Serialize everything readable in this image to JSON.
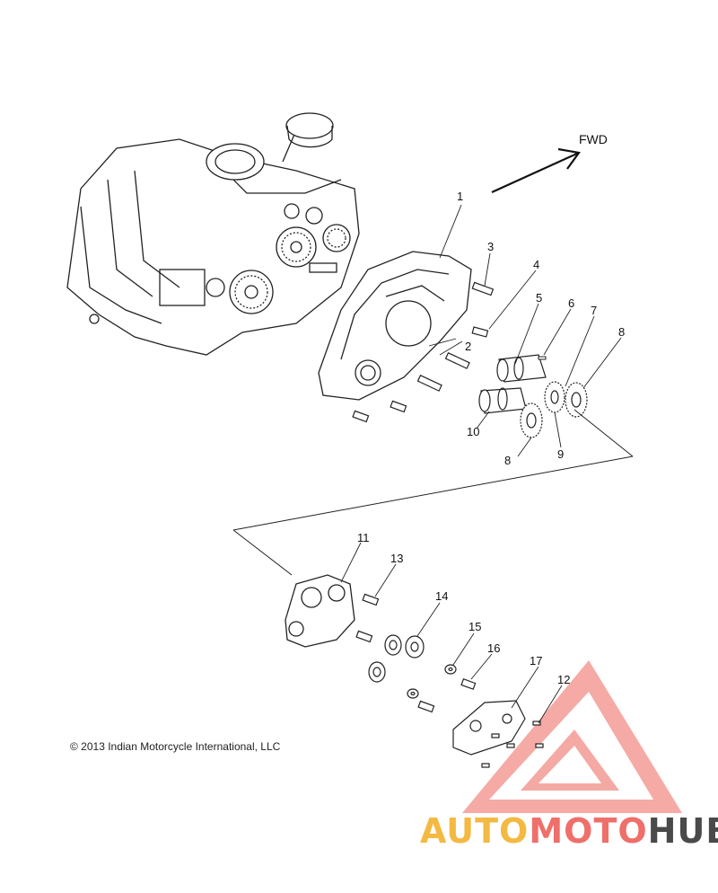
{
  "diagram": {
    "fwd_label": "FWD",
    "copyright": "© 2013 Indian Motorcycle International, LLC",
    "callouts": [
      "1",
      "2",
      "3",
      "4",
      "5",
      "6",
      "7",
      "8",
      "8",
      "9",
      "10",
      "11",
      "12",
      "13",
      "14",
      "15",
      "16",
      "17"
    ],
    "watermark": {
      "part1": "AUTO",
      "part2": "MOTO",
      "part3": "HUB"
    },
    "colors": {
      "line": "#222222",
      "watermark_red": "#ef6f6a",
      "watermark_yellow": "#f4b942",
      "watermark_dark": "#4a4a4a"
    }
  }
}
